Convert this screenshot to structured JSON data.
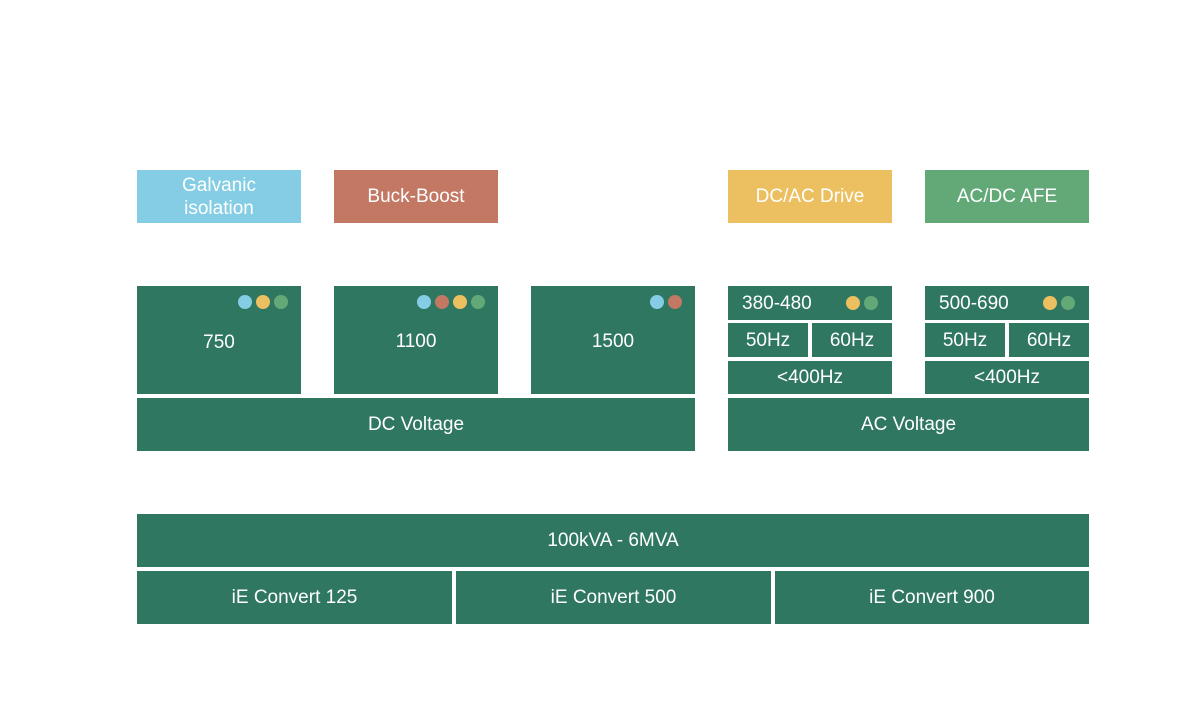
{
  "colors": {
    "galvanic": "#84cde4",
    "buck_boost": "#c27863",
    "dc_ac_drive": "#ecc060",
    "ac_dc_afe": "#63a978",
    "block": "#2f7761"
  },
  "categories": [
    {
      "key": "galvanic",
      "label": "Galvanic isolation"
    },
    {
      "key": "buck_boost",
      "label": "Buck-Boost"
    },
    {
      "key": "dc_ac_drive",
      "label": "DC/AC Drive"
    },
    {
      "key": "ac_dc_afe",
      "label": "AC/DC AFE"
    }
  ],
  "dc": {
    "label": "DC Voltage",
    "levels": [
      {
        "label": "750",
        "dots": [
          "galvanic",
          "dc_ac_drive",
          "ac_dc_afe"
        ]
      },
      {
        "label": "1100",
        "dots": [
          "galvanic",
          "buck_boost",
          "dc_ac_drive",
          "ac_dc_afe"
        ]
      },
      {
        "label": "1500",
        "dots": [
          "galvanic",
          "buck_boost"
        ]
      }
    ]
  },
  "ac": {
    "label": "AC Voltage",
    "ranges": [
      {
        "label": "380-480",
        "dots": [
          "dc_ac_drive",
          "ac_dc_afe"
        ],
        "freq_a": "50Hz",
        "freq_b": "60Hz",
        "freq_c": "<400Hz"
      },
      {
        "label": "500-690",
        "dots": [
          "dc_ac_drive",
          "ac_dc_afe"
        ],
        "freq_a": "50Hz",
        "freq_b": "60Hz",
        "freq_c": "<400Hz"
      }
    ]
  },
  "power": {
    "label": "100kVA - 6MVA",
    "products": [
      "iE Convert 125",
      "iE Convert 500",
      "iE Convert 900"
    ]
  }
}
